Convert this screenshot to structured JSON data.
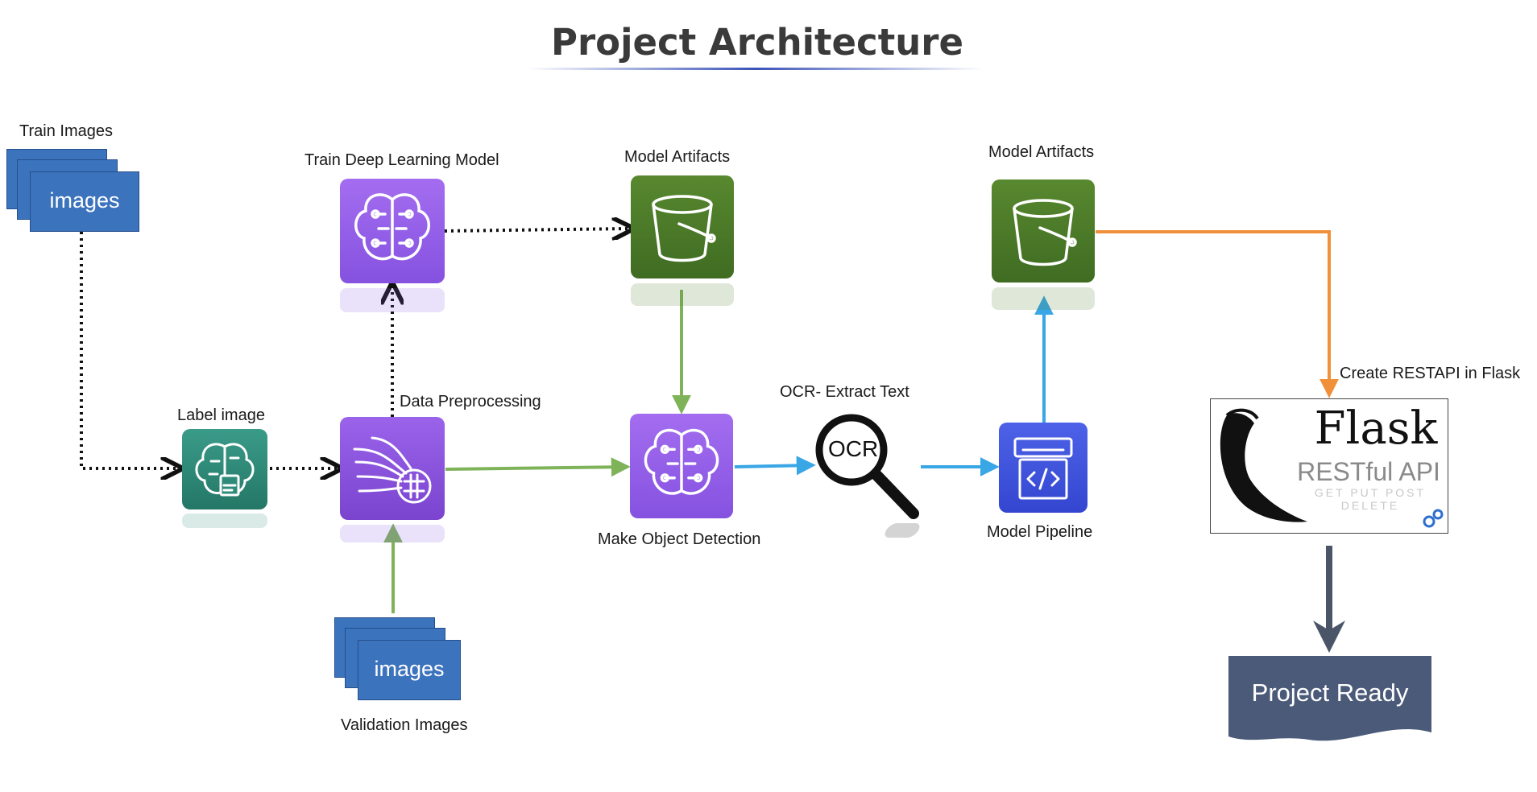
{
  "title": "Project Architecture",
  "colors": {
    "aws_purple": "#8d5be6",
    "aws_green": "#4b7a2a",
    "aws_teal": "#2c8b7a",
    "aws_blue": "#3a4fd6",
    "flow_black": "#111111",
    "flow_green": "#7fb35a",
    "flow_blue": "#39a6e6",
    "flow_orange": "#f0903a",
    "flow_slate": "#4a5568",
    "images_blue": "#3c73bd",
    "ready_slate": "#4a5a78"
  },
  "nodes": {
    "train_images": {
      "label": "Train Images",
      "card_text": "images"
    },
    "validation_images": {
      "label": "Validation Images",
      "card_text": "images"
    },
    "label_image": {
      "label": "Label image",
      "icon": "label-image-icon"
    },
    "data_preprocessing": {
      "label": "Data Preprocessing",
      "icon": "data-preprocessing-icon"
    },
    "train_model": {
      "label": "Train Deep Learning Model",
      "icon": "brain-icon"
    },
    "artifacts_1": {
      "label": "Model Artifacts",
      "icon": "bucket-icon"
    },
    "object_detection": {
      "label": "Make Object Detection",
      "icon": "brain-icon"
    },
    "ocr": {
      "label": "OCR- Extract Text",
      "icon_text": "OCR",
      "icon": "magnifier-icon"
    },
    "pipeline": {
      "label": "Model Pipeline",
      "icon": "code-pipeline-icon"
    },
    "artifacts_2": {
      "label": "Model Artifacts",
      "icon": "bucket-icon"
    },
    "flask": {
      "label": "Create RESTAPI in Flask",
      "logo_title": "Flask",
      "logo_subtitle": "RESTful API",
      "logo_verbs": "GET PUT POST DELETE"
    },
    "project_ready": {
      "text": "Project Ready"
    }
  },
  "edges": [
    {
      "from": "train_images",
      "to": "label_image",
      "style": "dotted"
    },
    {
      "from": "label_image",
      "to": "data_preprocessing",
      "style": "dotted"
    },
    {
      "from": "data_preprocessing",
      "to": "train_model",
      "style": "dotted"
    },
    {
      "from": "train_model",
      "to": "artifacts_1",
      "style": "dotted"
    },
    {
      "from": "validation_images",
      "to": "data_preprocessing",
      "style": "solid"
    },
    {
      "from": "data_preprocessing",
      "to": "object_detection",
      "style": "solid"
    },
    {
      "from": "artifacts_1",
      "to": "object_detection",
      "style": "solid"
    },
    {
      "from": "object_detection",
      "to": "ocr",
      "style": "solid"
    },
    {
      "from": "ocr",
      "to": "pipeline",
      "style": "solid"
    },
    {
      "from": "pipeline",
      "to": "artifacts_2",
      "style": "solid"
    },
    {
      "from": "artifacts_2",
      "to": "flask",
      "style": "solid"
    },
    {
      "from": "flask",
      "to": "project_ready",
      "style": "solid"
    }
  ]
}
